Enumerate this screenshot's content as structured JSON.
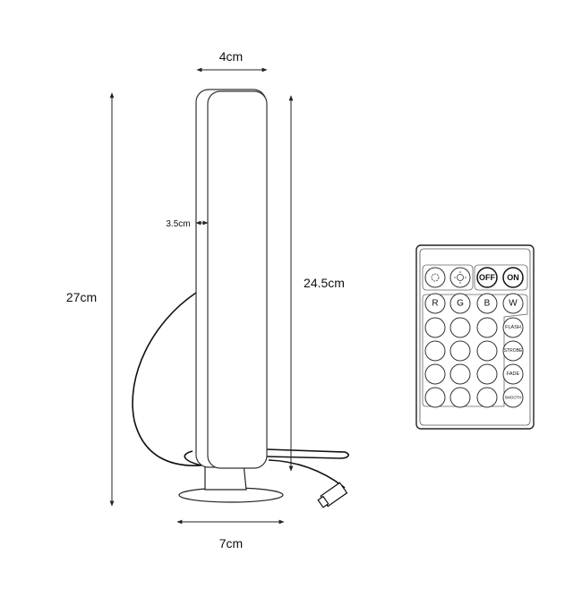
{
  "dimensions": {
    "width_top": "4cm",
    "total_height": "27cm",
    "bar_height": "24.5cm",
    "depth": "3.5cm",
    "base_width": "7cm"
  },
  "remote": {
    "brightness_down_icon": "sun-dim-icon",
    "brightness_up_icon": "sun-bright-icon",
    "off": "OFF",
    "on": "ON",
    "r": "R",
    "g": "G",
    "b": "B",
    "w": "W",
    "flash": "FLASH",
    "strobe": "STROBE",
    "fade": "FADE",
    "smooth": "SMOOTH"
  }
}
